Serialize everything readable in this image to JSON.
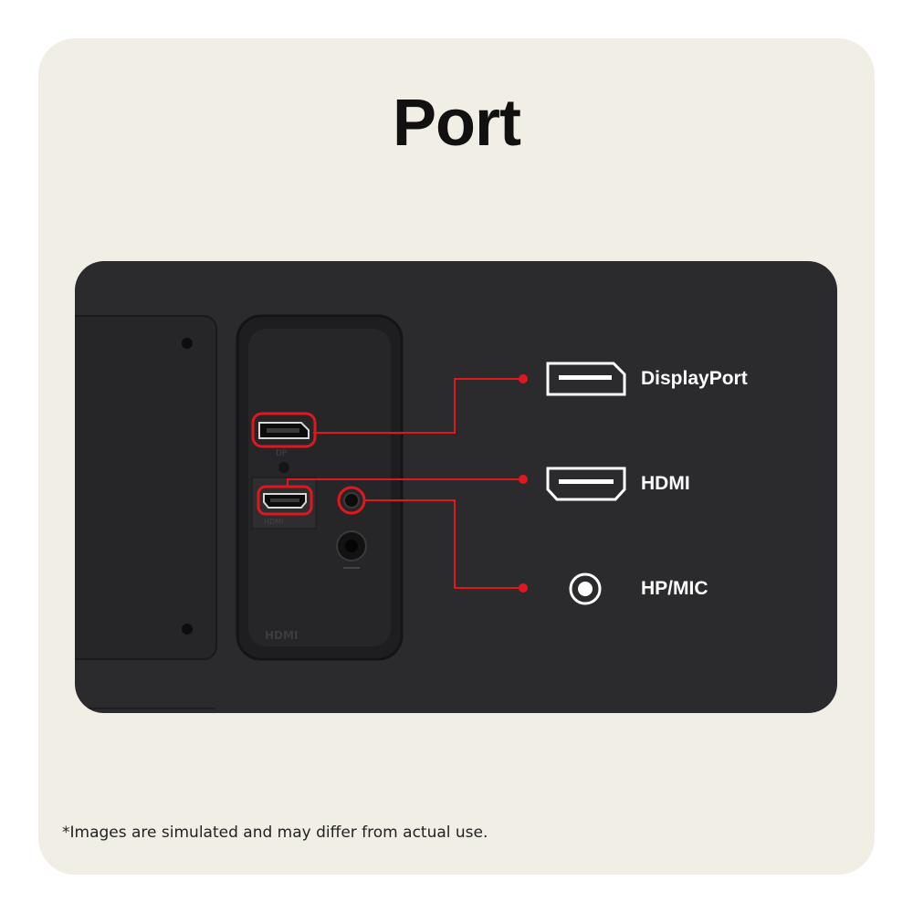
{
  "title": "Port",
  "ports": [
    {
      "label": "DisplayPort",
      "icon": "displayport-icon"
    },
    {
      "label": "HDMI",
      "icon": "hdmi-icon"
    },
    {
      "label": "HP/MIC",
      "icon": "headphone-mic-icon"
    }
  ],
  "footnote": "*Images are simulated and may differ from actual use.",
  "colors": {
    "background": "#f1eee5",
    "panel": "#2b2b2d",
    "highlight": "#e0181e",
    "text": "#111111",
    "label": "#ffffff"
  }
}
